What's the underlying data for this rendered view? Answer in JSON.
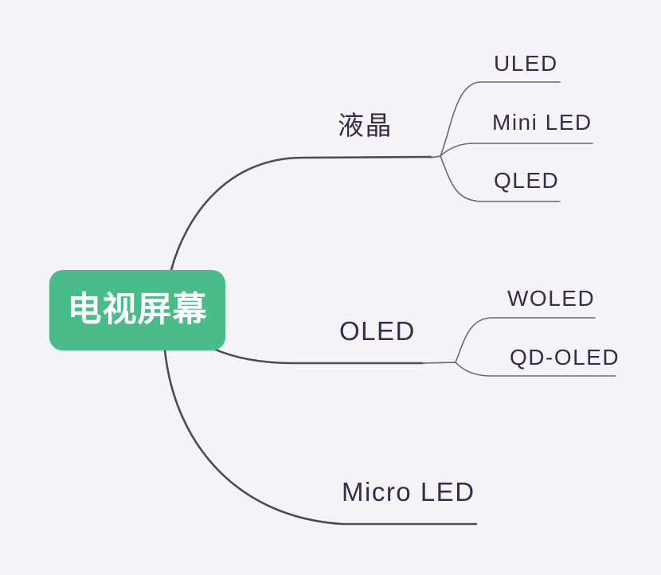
{
  "colors": {
    "background": "#f4f4f6",
    "root_node_bg": "#4abc89",
    "root_node_text": "#ffffff",
    "label_text": "#352d49",
    "trunk_line": "#4d4956",
    "child_line": "#6b6773"
  },
  "mindmap": {
    "root": {
      "label": "电视屏幕"
    },
    "branches": [
      {
        "label": "液晶",
        "children": [
          {
            "label": "ULED"
          },
          {
            "label": "Mini LED"
          },
          {
            "label": "QLED"
          }
        ]
      },
      {
        "label": "OLED",
        "children": [
          {
            "label": "WOLED"
          },
          {
            "label": "QD-OLED"
          }
        ]
      },
      {
        "label": "Micro LED",
        "children": []
      }
    ]
  }
}
